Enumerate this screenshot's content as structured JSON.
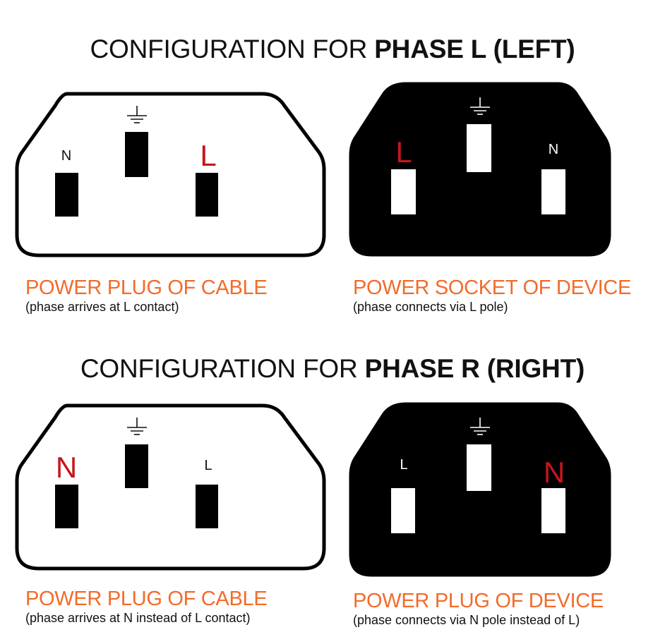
{
  "colors": {
    "accent": "#f26b2a",
    "phase_label": "#c4161c",
    "plug_body": "#ffffff",
    "socket_body": "#000000",
    "outline": "#000000"
  },
  "sections": [
    {
      "heading_prefix": "CONFIGURATION FOR ",
      "heading_bold": "PHASE L (LEFT)",
      "plug": {
        "left_label": "N",
        "right_label": "L",
        "ground_icon": "ground-icon",
        "caption_title": "POWER PLUG OF CABLE",
        "caption_sub": "(phase arrives at L contact)"
      },
      "device": {
        "left_label": "L",
        "right_label": "N",
        "ground_icon": "ground-icon",
        "caption_title": "POWER SOCKET OF DEVICE",
        "caption_sub": "(phase connects via L pole)"
      }
    },
    {
      "heading_prefix": "CONFIGURATION FOR ",
      "heading_bold": "PHASE R (RIGHT)",
      "plug": {
        "left_label": "N",
        "right_label": "L",
        "ground_icon": "ground-icon",
        "caption_title": "POWER PLUG OF CABLE",
        "caption_sub": "(phase arrives at N instead of L contact)"
      },
      "device": {
        "left_label": "L",
        "right_label": "N",
        "ground_icon": "ground-icon",
        "caption_title": "POWER PLUG OF DEVICE",
        "caption_sub": "(phase connects via N pole instead of L)"
      }
    }
  ]
}
